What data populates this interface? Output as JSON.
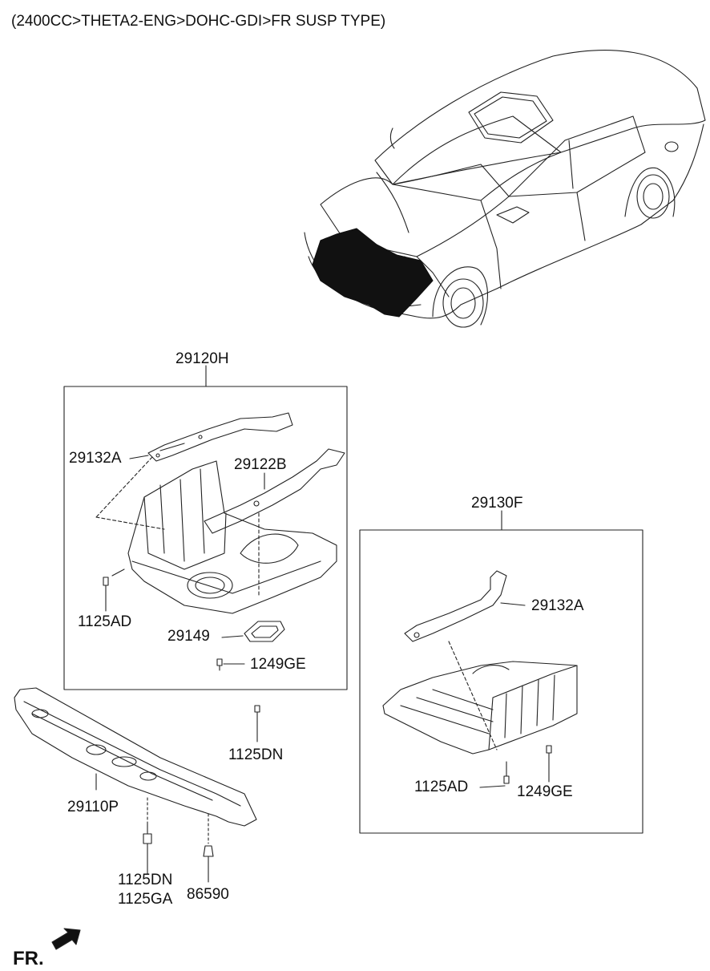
{
  "header": {
    "title": "(2400CC>THETA2-ENG>DOHC-GDI>FR SUSP TYPE)"
  },
  "left_group": {
    "assembly": "29120H",
    "parts": [
      "29132A",
      "29122B",
      "1125AD",
      "29149",
      "1249GE"
    ]
  },
  "right_group": {
    "assembly": "29130F",
    "parts": [
      "29132A",
      "1125AD",
      "1249GE"
    ]
  },
  "front_panel": {
    "part": "29110P",
    "fasteners": [
      "1125DN",
      "1125DN",
      "1125GA",
      "86590"
    ]
  },
  "direction_label": "FR."
}
